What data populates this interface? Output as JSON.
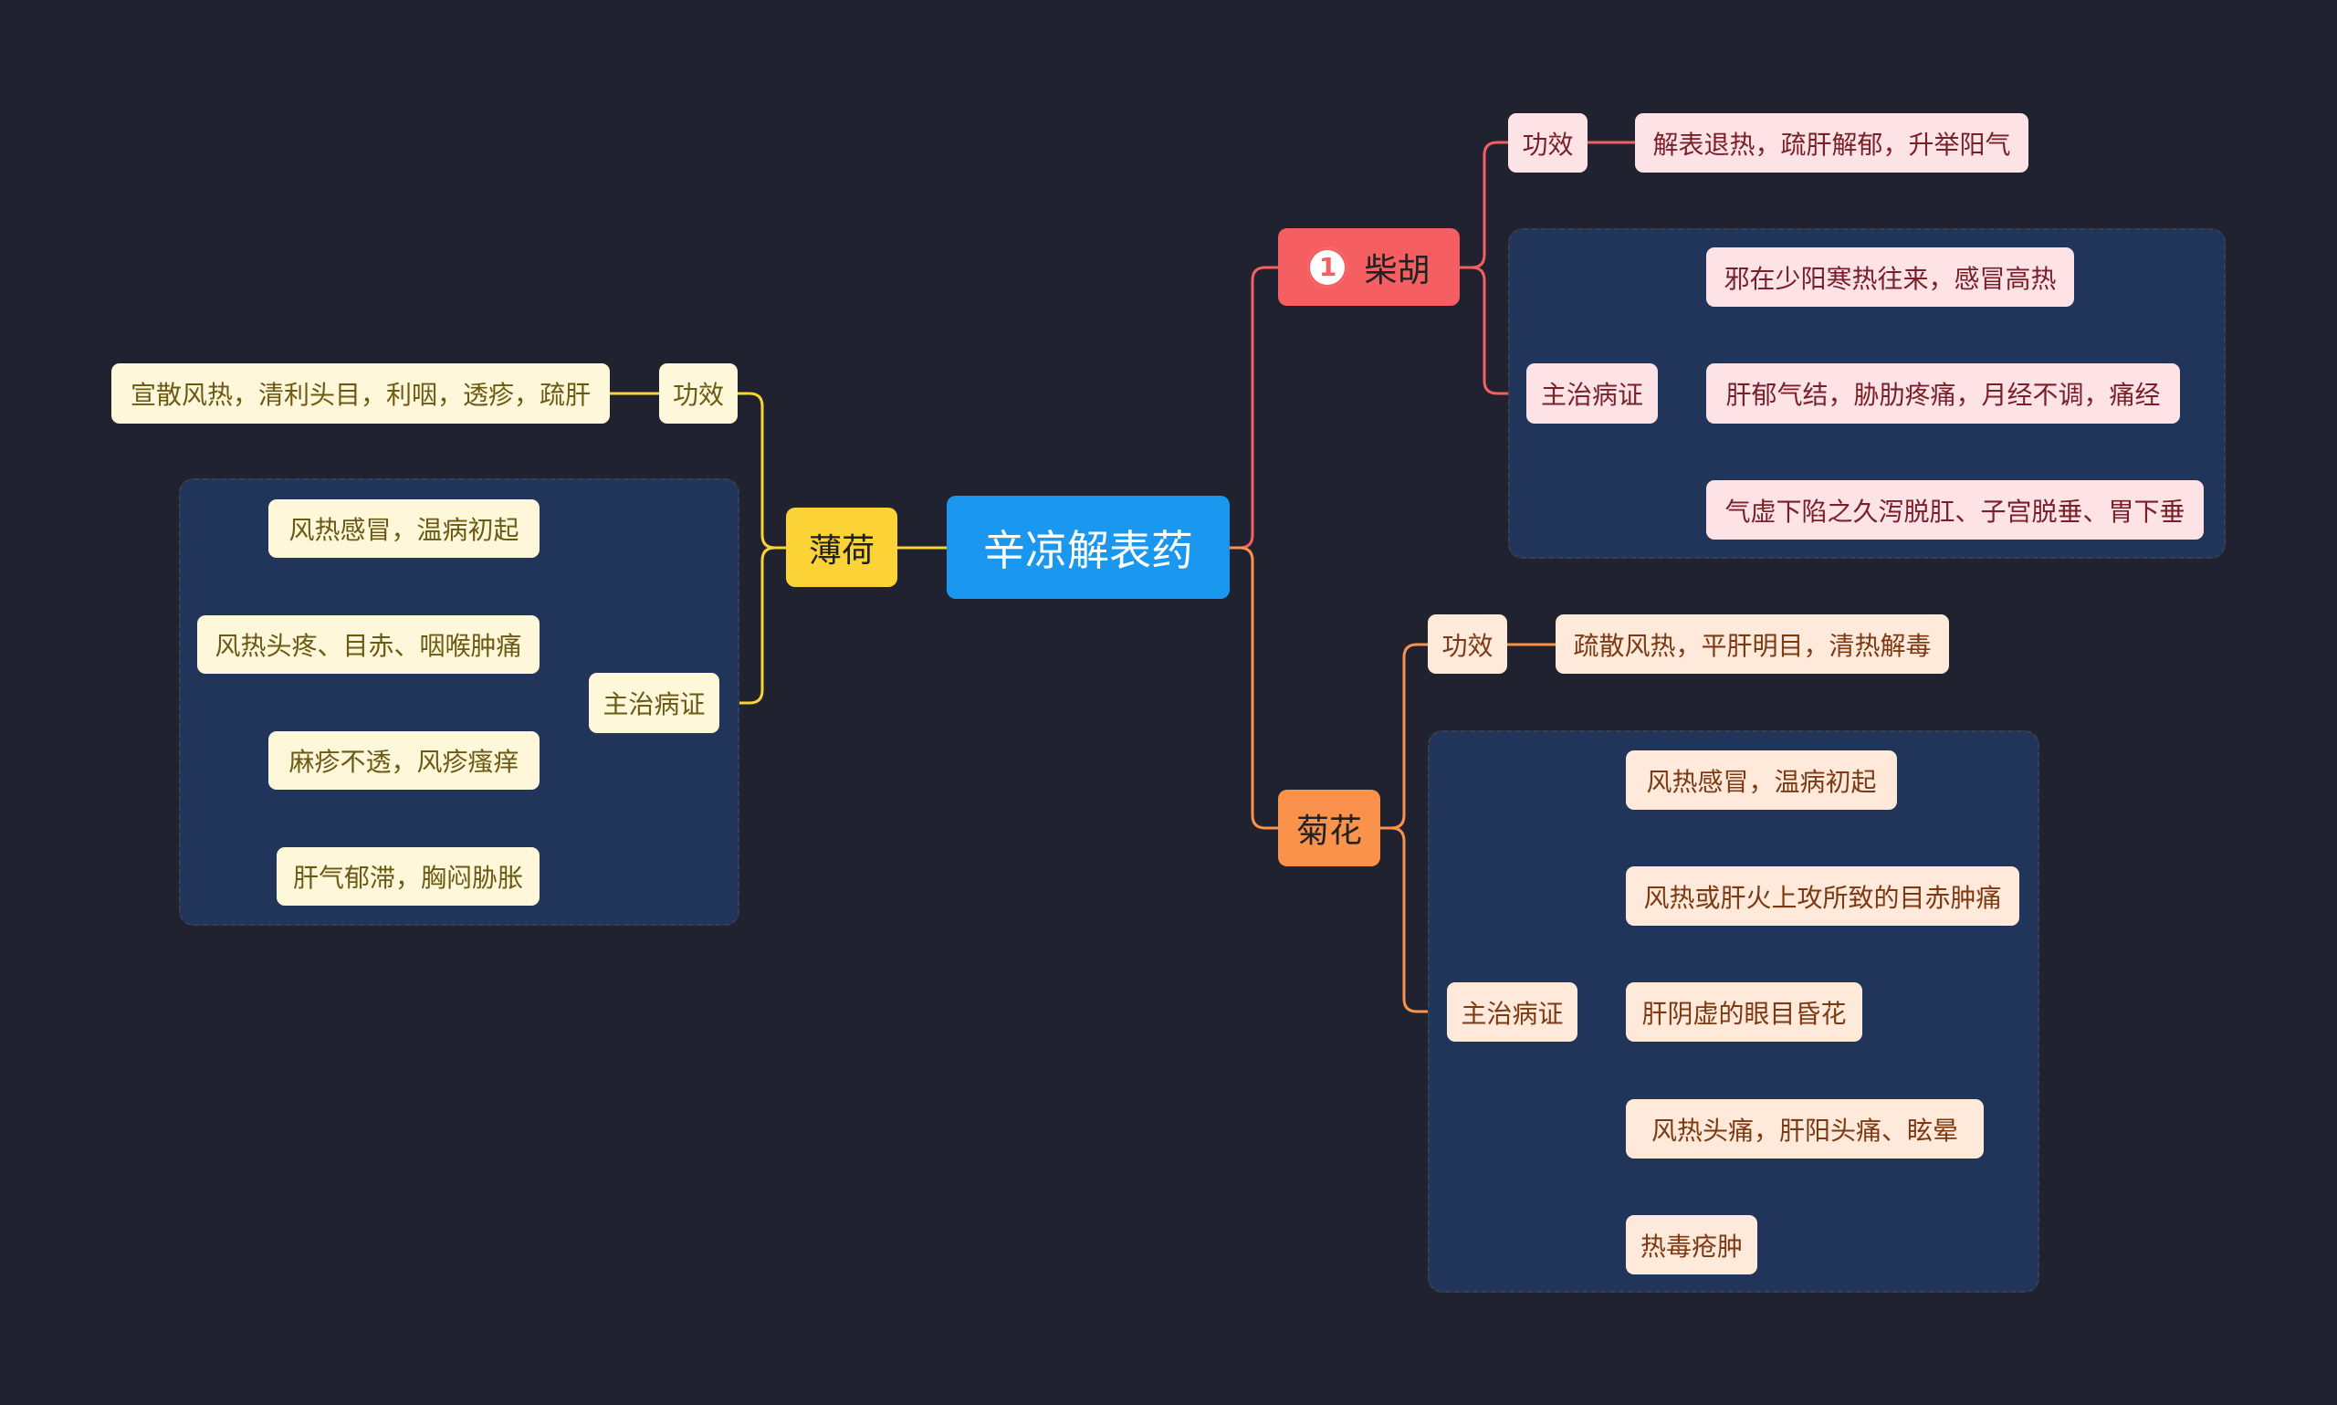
{
  "colors": {
    "background": "#20232f",
    "root": "#1a97ee",
    "bohe_branch": "#fcd336",
    "chaihu_branch": "#f55f61",
    "juhua_branch": "#fb924b"
  },
  "root": {
    "label": "辛凉解表药"
  },
  "bohe": {
    "label": "薄荷",
    "gongxiao": {
      "label": "功效",
      "text": "宣散风热，清利头目，利咽，透疹，疏肝"
    },
    "zhuzhi": {
      "label": "主治病证",
      "items": [
        "风热感冒，温病初起",
        "风热头疼、目赤、咽喉肿痛",
        "麻疹不透，风疹瘙痒",
        "肝气郁滞，胸闷胁胀"
      ]
    }
  },
  "chaihu": {
    "badge": "1",
    "label": "柴胡",
    "gongxiao": {
      "label": "功效",
      "text": "解表退热，疏肝解郁，升举阳气"
    },
    "zhuzhi": {
      "label": "主治病证",
      "items": [
        "邪在少阳寒热往来，感冒高热",
        "肝郁气结，胁肋疼痛，月经不调，痛经",
        "气虚下陷之久泻脱肛、子宫脱垂、胃下垂"
      ]
    }
  },
  "juhua": {
    "label": "菊花",
    "gongxiao": {
      "label": "功效",
      "text": "疏散风热，平肝明目，清热解毒"
    },
    "zhuzhi": {
      "label": "主治病证",
      "items": [
        "风热感冒，温病初起",
        "风热或肝火上攻所致的目赤肿痛",
        "肝阴虚的眼目昏花",
        "风热头痛，肝阳头痛、眩晕",
        "热毒疮肿"
      ]
    }
  }
}
